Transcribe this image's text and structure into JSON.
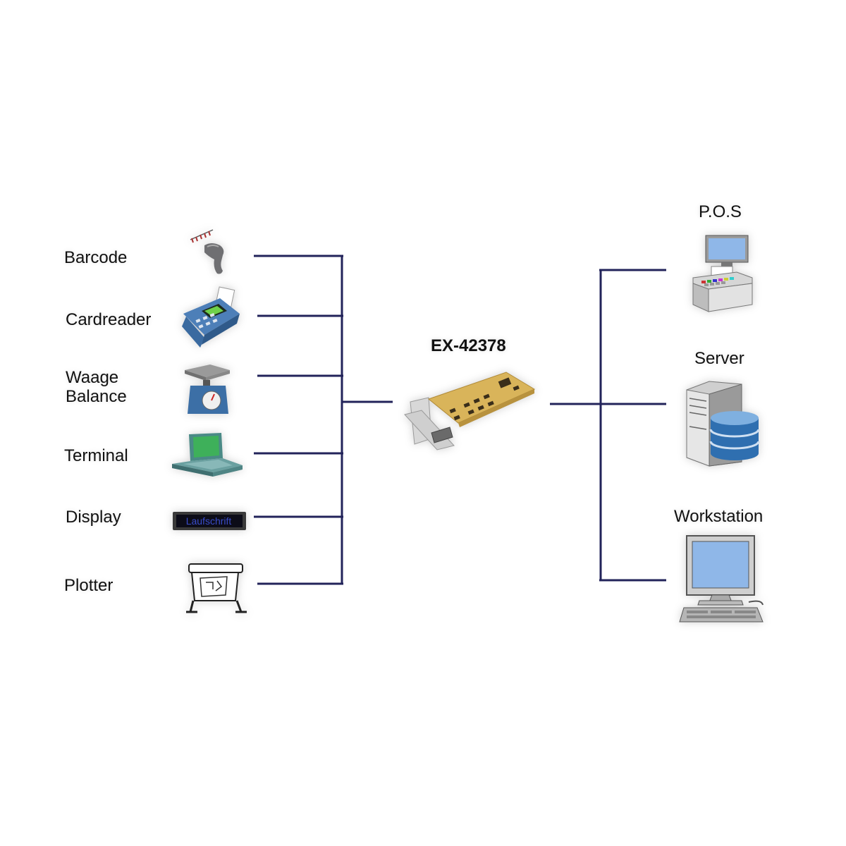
{
  "center": {
    "label": "EX-42378"
  },
  "left_devices": [
    {
      "label": "Barcode",
      "icon": "barcode-scanner-icon"
    },
    {
      "label": "Cardreader",
      "icon": "card-reader-icon"
    },
    {
      "label": "Waage\nBalance",
      "icon": "scale-icon"
    },
    {
      "label": "Terminal",
      "icon": "terminal-icon"
    },
    {
      "label": "Display",
      "icon": "led-display-icon",
      "display_text": "Laufschrift"
    },
    {
      "label": "Plotter",
      "icon": "plotter-icon"
    }
  ],
  "right_devices": [
    {
      "label": "P.O.S",
      "icon": "pos-register-icon"
    },
    {
      "label": "Server",
      "icon": "server-database-icon"
    },
    {
      "label": "Workstation",
      "icon": "workstation-icon"
    }
  ],
  "colors": {
    "line": "#22235a",
    "board": "#d9b45a",
    "screen": "#8fb7e8"
  }
}
